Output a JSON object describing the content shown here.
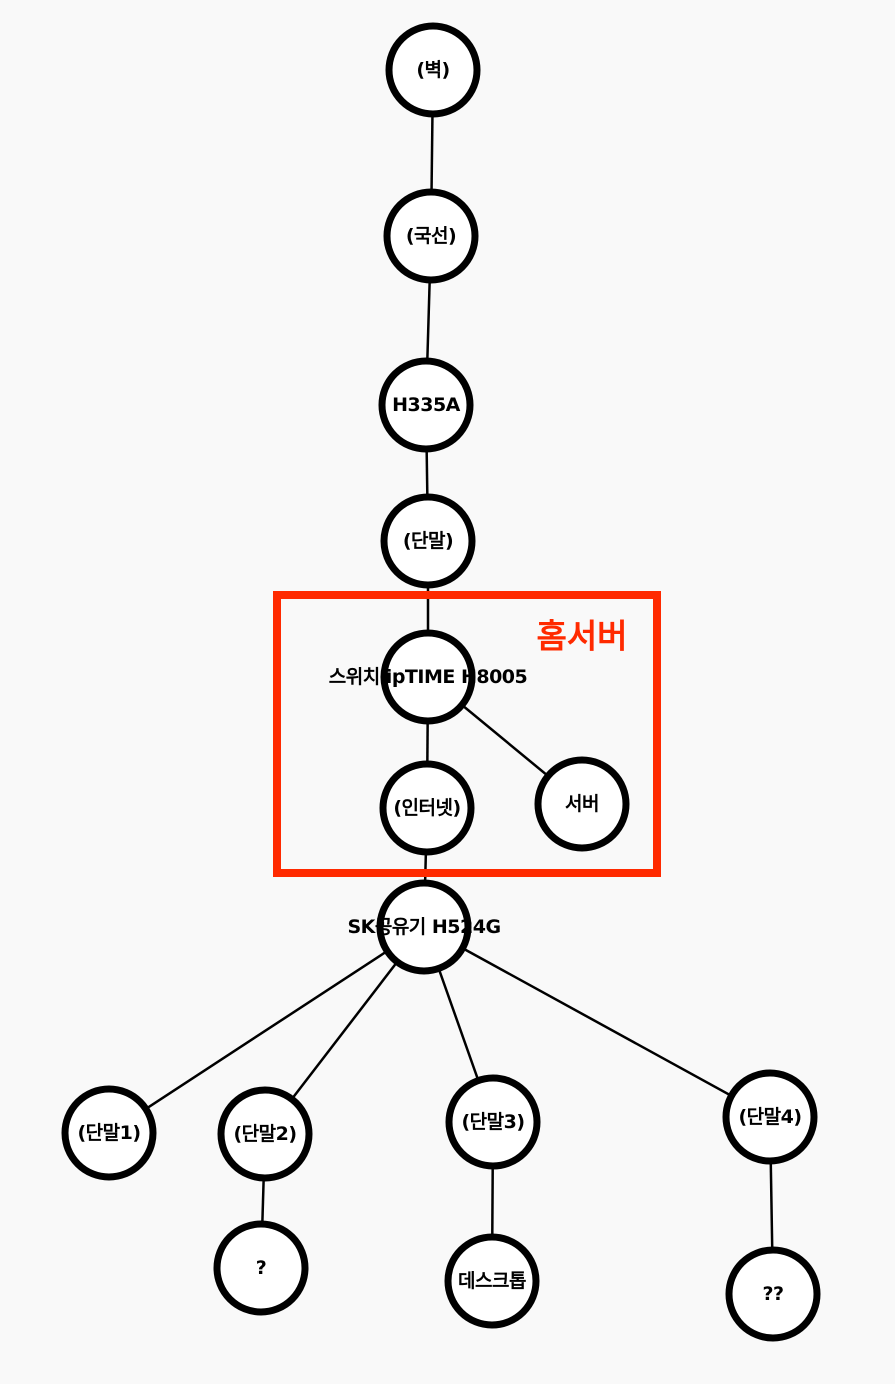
{
  "diagram": {
    "group": {
      "label": "홈서버",
      "color": "#ff2a00"
    },
    "nodes": [
      {
        "id": "wall",
        "label": "(벽)"
      },
      {
        "id": "line",
        "label": "(국선)"
      },
      {
        "id": "h335a",
        "label": "H335A"
      },
      {
        "id": "term0",
        "label": "(단말)"
      },
      {
        "id": "switch",
        "label": "스위치 ipTIME H8005"
      },
      {
        "id": "internet",
        "label": "(인터넷)"
      },
      {
        "id": "server",
        "label": "서버"
      },
      {
        "id": "router",
        "label": "SK공유기 H524G"
      },
      {
        "id": "term1",
        "label": "(단말1)"
      },
      {
        "id": "term2",
        "label": "(단말2)"
      },
      {
        "id": "term3",
        "label": "(단말3)"
      },
      {
        "id": "term4",
        "label": "(단말4)"
      },
      {
        "id": "q1",
        "label": "?"
      },
      {
        "id": "desktop",
        "label": "데스크톱"
      },
      {
        "id": "q2",
        "label": "??"
      }
    ],
    "edges": [
      [
        "wall",
        "line"
      ],
      [
        "line",
        "h335a"
      ],
      [
        "h335a",
        "term0"
      ],
      [
        "term0",
        "switch"
      ],
      [
        "switch",
        "internet"
      ],
      [
        "switch",
        "server"
      ],
      [
        "internet",
        "router"
      ],
      [
        "router",
        "term1"
      ],
      [
        "router",
        "term2"
      ],
      [
        "router",
        "term3"
      ],
      [
        "router",
        "term4"
      ],
      [
        "term2",
        "q1"
      ],
      [
        "term3",
        "desktop"
      ],
      [
        "term4",
        "q2"
      ]
    ]
  }
}
